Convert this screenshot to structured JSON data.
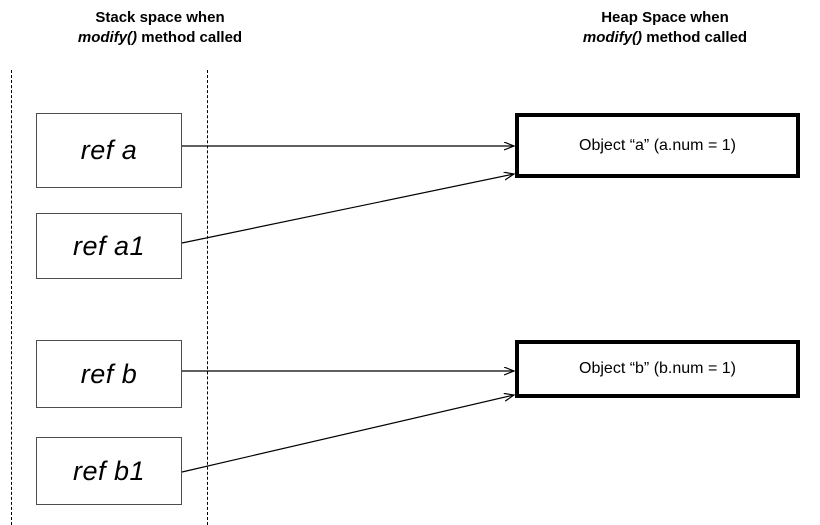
{
  "diagram": {
    "title_left_line1": "Stack space when",
    "title_left_em": "modify()",
    "title_left_line2_rest": " method called",
    "title_right_line1": "Heap Space when",
    "title_right_em": "modify()",
    "title_right_line2_rest": " method called",
    "colors": {
      "background": "#ffffff",
      "stack_box_border": "#4d4d4d",
      "heap_box_border": "#000000",
      "divider": "#000000",
      "arrow": "#000000",
      "text": "#000000"
    },
    "stack_boxes": [
      {
        "name": "ref-a",
        "label": "ref a"
      },
      {
        "name": "ref-a1",
        "label": "ref a1"
      },
      {
        "name": "ref-b",
        "label": "ref b"
      },
      {
        "name": "ref-b1",
        "label": "ref b1"
      }
    ],
    "heap_boxes": [
      {
        "name": "object-a",
        "label": "Object “a” (a.num = 1)"
      },
      {
        "name": "object-b",
        "label": "Object “b” (b.num = 1)"
      }
    ],
    "arrows": [
      {
        "name": "arrow-ref-a-to-object-a",
        "from": "ref a",
        "to": "Object “a”"
      },
      {
        "name": "arrow-ref-a1-to-object-a",
        "from": "ref a1",
        "to": "Object “a”"
      },
      {
        "name": "arrow-ref-b-to-object-b",
        "from": "ref b",
        "to": "Object “b”"
      },
      {
        "name": "arrow-ref-b1-to-object-b",
        "from": "ref b1",
        "to": "Object “b”"
      }
    ]
  }
}
